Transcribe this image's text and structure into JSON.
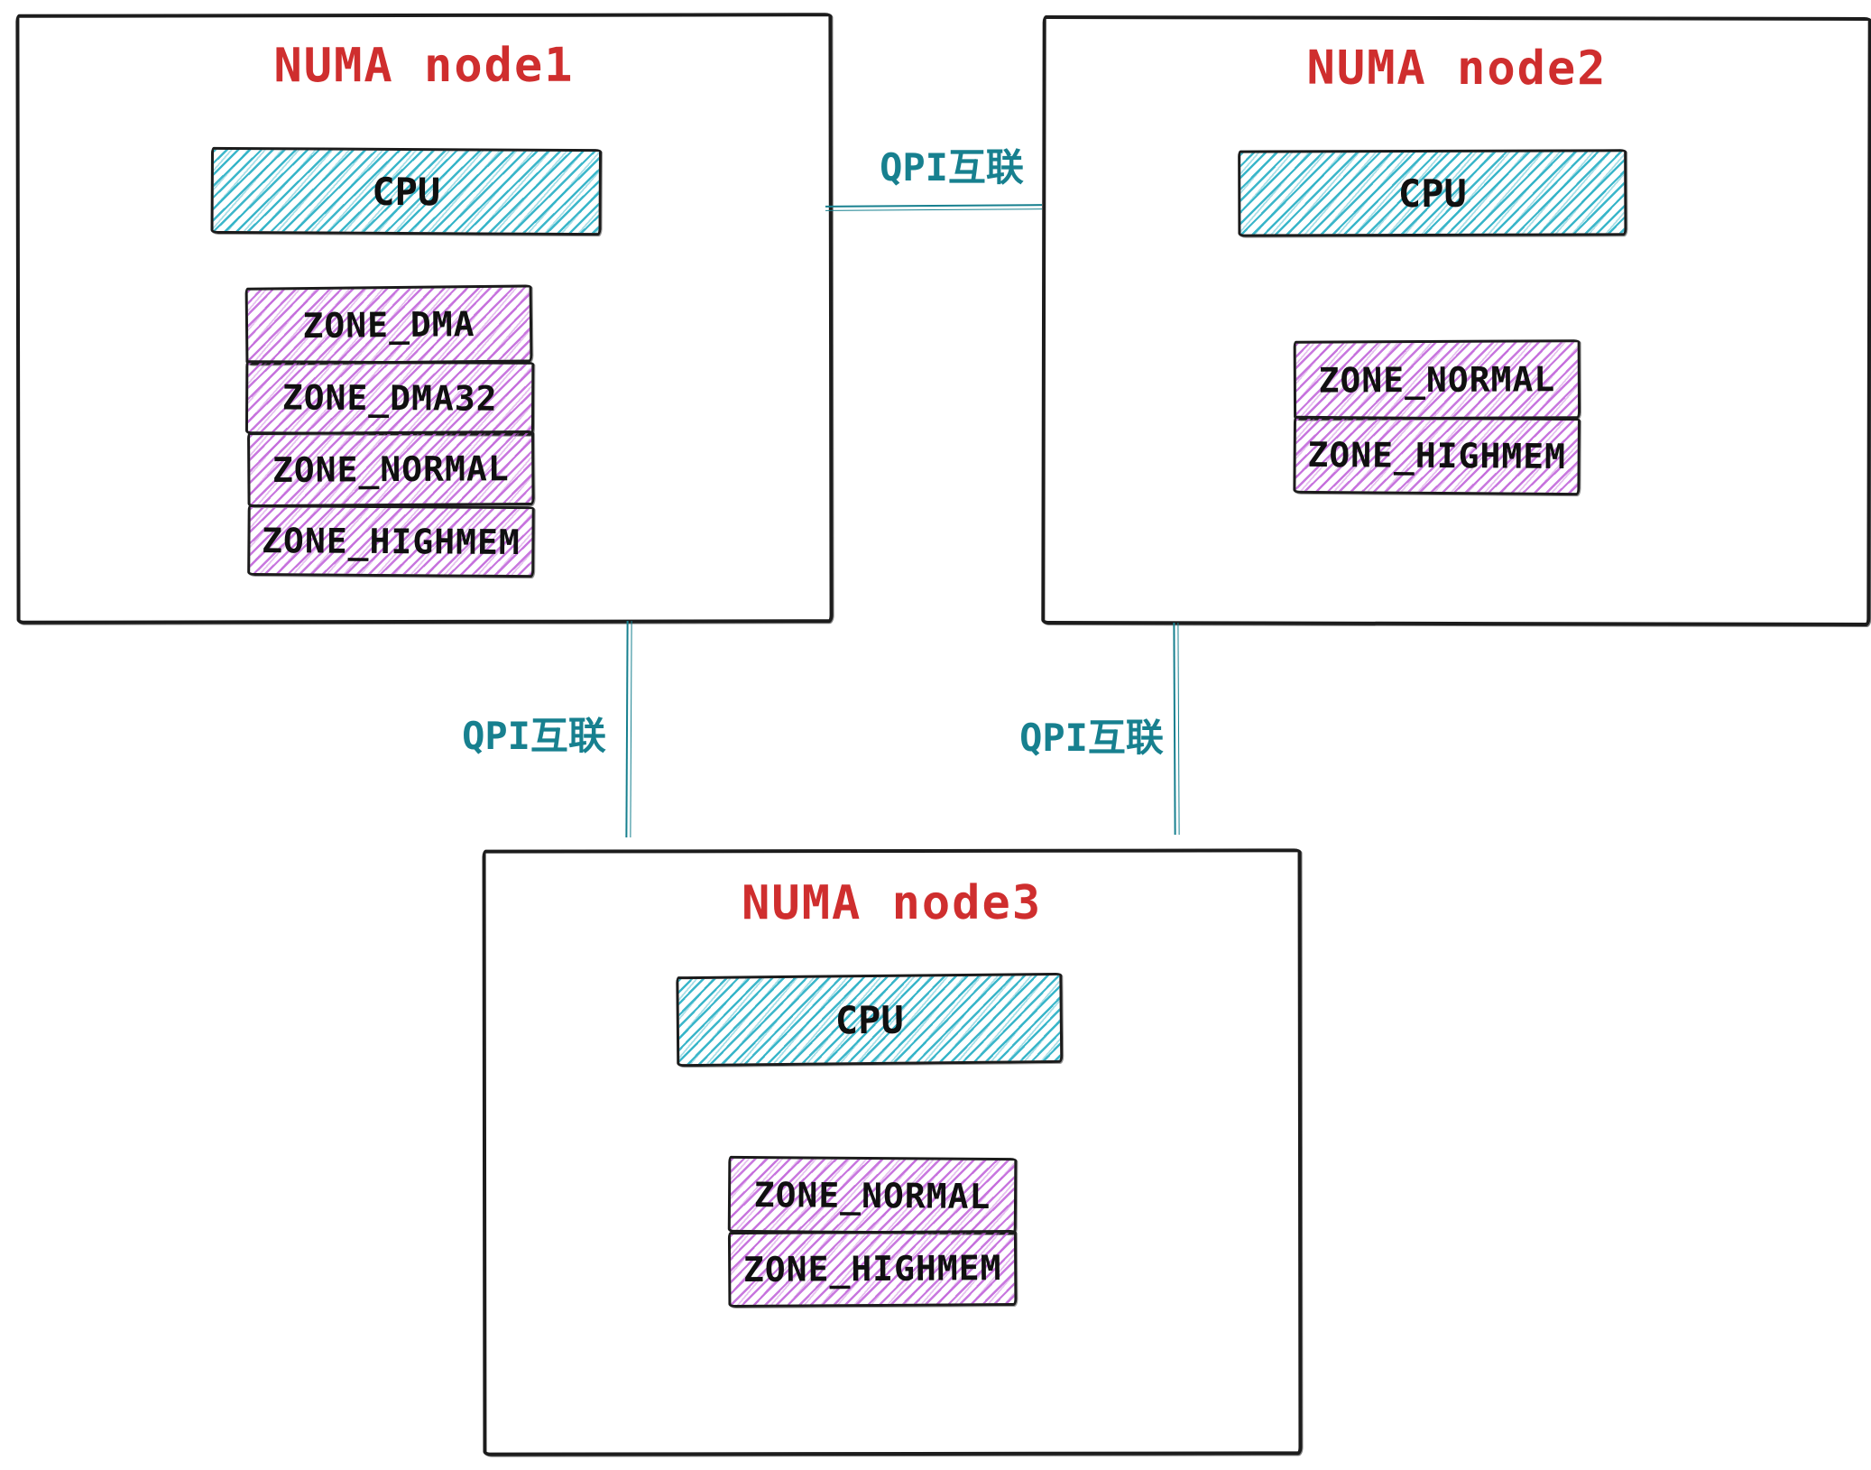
{
  "diagram": {
    "kind": "NUMA architecture sketch",
    "colors": {
      "node_title": "#cf2e2e",
      "cpu_hatch": "#2ab0c5",
      "zone_hatch": "#bf5fd9",
      "link": "#17808f",
      "border": "#1c1c1c",
      "background": "#ffffff"
    },
    "nodes": [
      {
        "title": "NUMA node1",
        "cpu_label": "CPU",
        "zones": [
          "ZONE_DMA",
          "ZONE_DMA32",
          "ZONE_NORMAL",
          "ZONE_HIGHMEM"
        ]
      },
      {
        "title": "NUMA node2",
        "cpu_label": "CPU",
        "zones": [
          "ZONE_NORMAL",
          "ZONE_HIGHMEM"
        ]
      },
      {
        "title": "NUMA node3",
        "cpu_label": "CPU",
        "zones": [
          "ZONE_NORMAL",
          "ZONE_HIGHMEM"
        ]
      }
    ],
    "links": [
      {
        "label": "QPI互联",
        "from": "NUMA node1",
        "to": "NUMA node2"
      },
      {
        "label": "QPI互联",
        "from": "NUMA node1",
        "to": "NUMA node3"
      },
      {
        "label": "QPI互联",
        "from": "NUMA node2",
        "to": "NUMA node3"
      }
    ]
  }
}
